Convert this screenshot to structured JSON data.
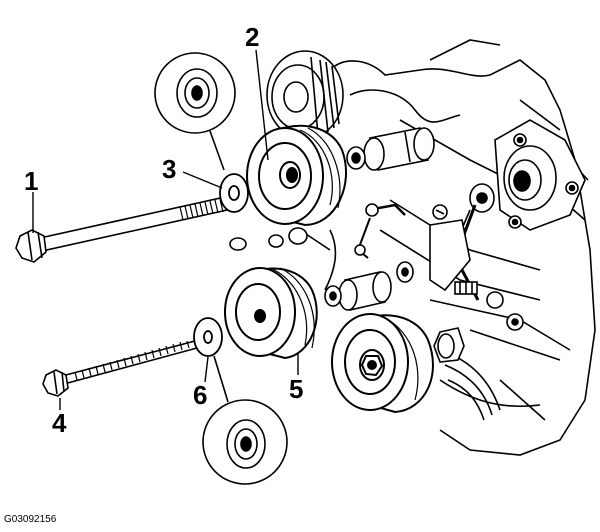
{
  "diagram": {
    "callouts": {
      "c1": "1",
      "c2": "2",
      "c3": "3",
      "c4": "4",
      "c5": "5",
      "c6": "6"
    },
    "figure_code": "G03092156"
  },
  "colors": {
    "ink": "#000000",
    "paper": "#ffffff"
  }
}
